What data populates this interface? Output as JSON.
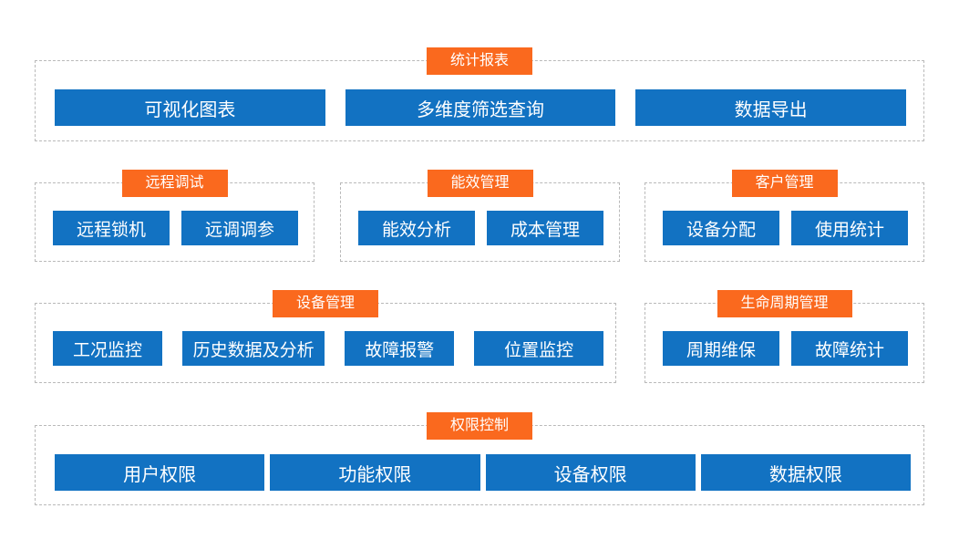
{
  "colors": {
    "label_bg": "#fa691e",
    "button_bg": "#1272c2",
    "text": "#ffffff",
    "dashed_border": "#b9b9b9",
    "page_background": "#ffffff"
  },
  "groups": [
    {
      "label": "统计报表",
      "items": [
        "可视化图表",
        "多维度筛选查询",
        "数据导出"
      ]
    },
    {
      "label": "远程调试",
      "items": [
        "远程锁机",
        "远调调参"
      ]
    },
    {
      "label": "能效管理",
      "items": [
        "能效分析",
        "成本管理"
      ]
    },
    {
      "label": "客户管理",
      "items": [
        "设备分配",
        "使用统计"
      ]
    },
    {
      "label": "设备管理",
      "items": [
        "工况监控",
        "历史数据及分析",
        "故障报警",
        "位置监控"
      ]
    },
    {
      "label": "生命周期管理",
      "items": [
        "周期维保",
        "故障统计"
      ]
    },
    {
      "label": "权限控制",
      "items": [
        "用户权限",
        "功能权限",
        "设备权限",
        "数据权限"
      ]
    }
  ]
}
